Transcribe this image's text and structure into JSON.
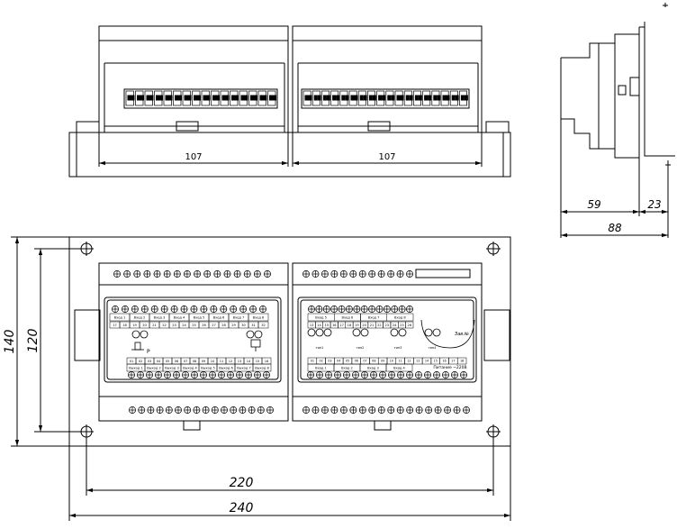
{
  "top_view": {
    "module_width_left": "107",
    "module_width_right": "107"
  },
  "side_view": {
    "depth_main": "59",
    "depth_rail": "23",
    "depth_total": "88"
  },
  "front_view": {
    "height_outer": "140",
    "height_holes": "120",
    "width_holes": "220",
    "width_outer": "240"
  },
  "left_panel": {
    "input_labels": [
      "Вход 1",
      "Вход 2",
      "Вход 3",
      "Вход 4",
      "Вход 5",
      "Вход 6",
      "Вход 7",
      "Вход 8"
    ],
    "output_labels": [
      "Выход 1",
      "Выход 2",
      "Выход 3",
      "Выход 4",
      "Выход 5",
      "Выход 6",
      "Выход 7",
      "Выход 8"
    ],
    "top_numbers": [
      "17",
      "18",
      "19",
      "20",
      "21",
      "22",
      "23",
      "24",
      "25",
      "26",
      "27",
      "28",
      "29",
      "30",
      "31",
      "32"
    ],
    "bottom_numbers": [
      "01",
      "02",
      "03",
      "04",
      "05",
      "06",
      "07",
      "08",
      "09",
      "10",
      "11",
      "12",
      "13",
      "14",
      "15",
      "16"
    ],
    "symbol_p": "P"
  },
  "right_panel": {
    "input_labels": [
      "Вход 5",
      "Вход 6",
      "Вход 7",
      "Вход 8"
    ],
    "output_labels": [
      "Вход 1",
      "Вход 2",
      "Вход 3",
      "Вход 4"
    ],
    "top_numbers": [
      "13",
      "14",
      "15",
      "16",
      "17",
      "18",
      "19",
      "20",
      "21",
      "22",
      "23",
      "24",
      "25",
      "26"
    ],
    "bottom_numbers": [
      "01",
      "02",
      "03",
      "04",
      "05",
      "06",
      "07",
      "08",
      "09",
      "10",
      "11",
      "12",
      "13",
      "14",
      "15",
      "16",
      "17",
      "18"
    ],
    "sensor_caption_1": "тип1",
    "sensor_caption_2": "тип2",
    "sensor_caption_3": "тип3",
    "sensor_caption_4": "тип4",
    "unit_label": "Зав.№",
    "power_label": "Питание ~220В"
  }
}
